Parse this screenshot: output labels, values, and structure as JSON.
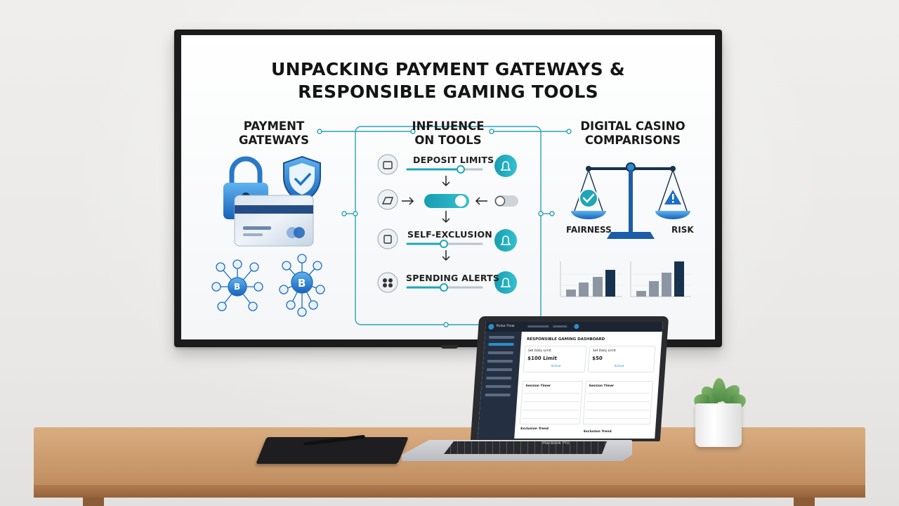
{
  "screen": {
    "title_line1": "UNPACKING PAYMENT GATEWAYS &",
    "title_line2": "RESPONSIBLE GAMING TOOLS",
    "columns": {
      "left": {
        "line1": "PAYMENT",
        "line2": "GATEWAYS"
      },
      "middle": {
        "line1": "INFLUENCE",
        "line2": "ON TOOLS"
      },
      "right": {
        "line1": "DIGITAL CASINO",
        "line2": "COMPARISONS"
      }
    },
    "tools": {
      "deposit": "DEPOSIT LIMITS",
      "self_exclusion": "SELF-EXCLUSION",
      "spending": "SPENDING ALERTS"
    },
    "scale": {
      "left": "FAIRNESS",
      "right": "RISK"
    },
    "crypto_letter": "B"
  },
  "laptop": {
    "app_name": "Pulse Flow",
    "dashboard_title": "RESPONSIBLE GAMING DASHBOARD",
    "cards": [
      {
        "label": "Set Daily Limit",
        "value": "$100 Limit",
        "status": "Active"
      },
      {
        "label": "Set Daily Limit",
        "value": "$50",
        "status": "Active"
      }
    ],
    "sections": [
      {
        "title": "Session Timer"
      },
      {
        "title": "Session Timer"
      }
    ],
    "footer_labels": [
      "Exclusion Trend",
      "Exclusion Trend"
    ],
    "brand": "MacBook Pro"
  },
  "colors": {
    "accent": "#1fa6b8",
    "brand_blue": "#1d6fc6",
    "navy": "#17324f"
  }
}
